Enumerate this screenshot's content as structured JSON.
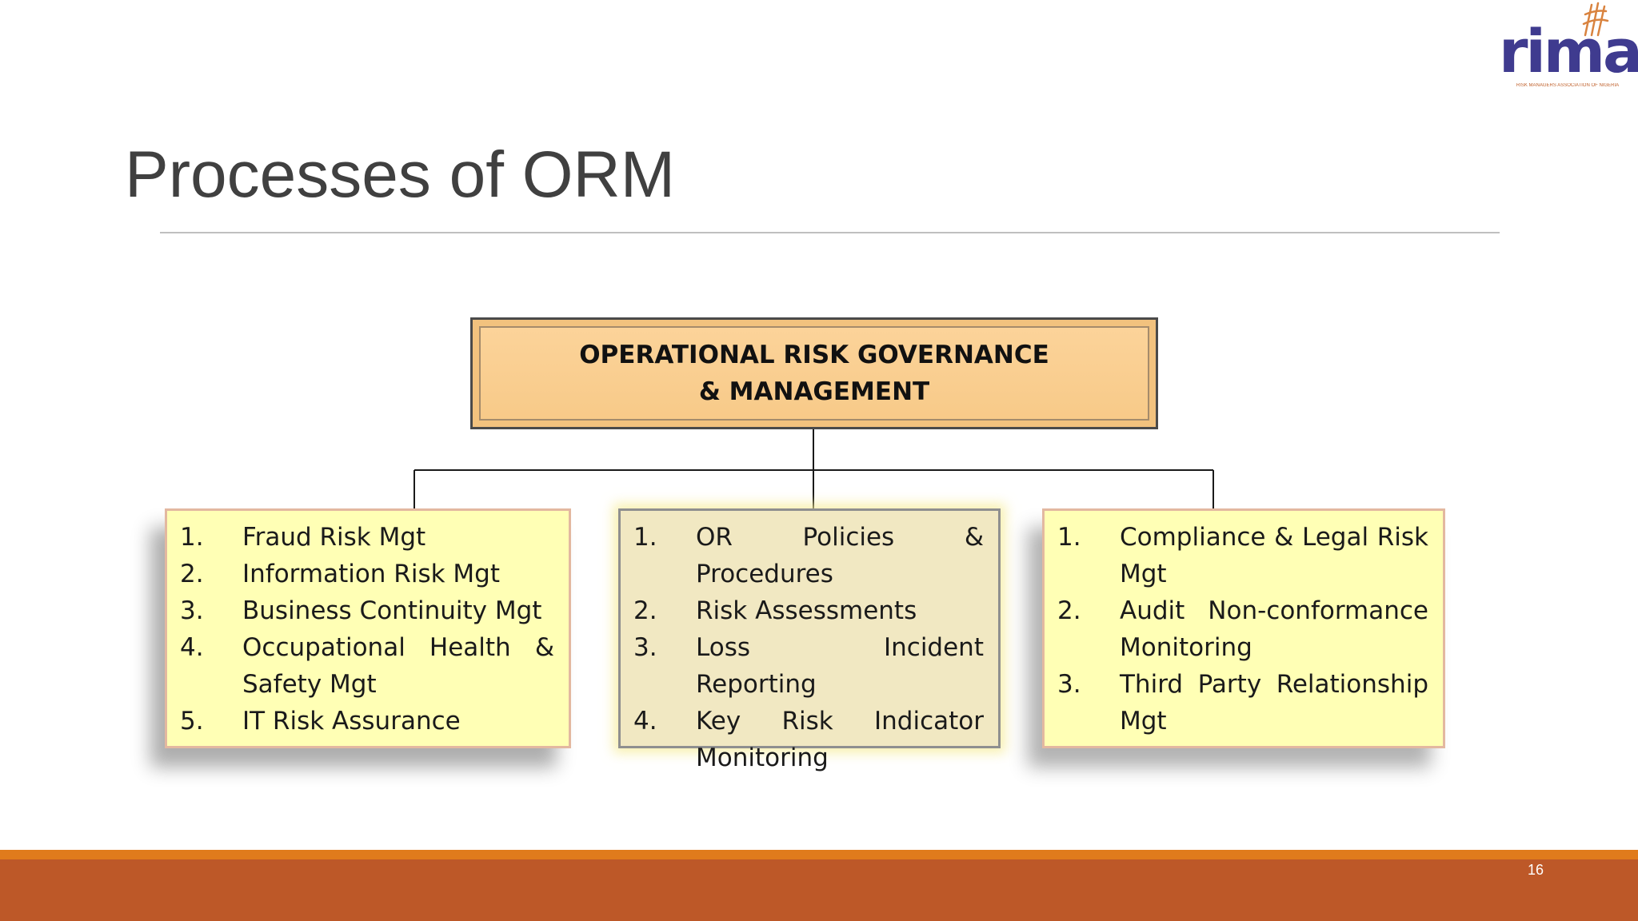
{
  "logo": {
    "text": "riman",
    "tagline": "RISK MANAGERS ASSOCIATION OF NIGERIA",
    "colors": {
      "primary": "#3f3b8f",
      "accent": "#c0612c"
    }
  },
  "title": "Processes of ORM",
  "diagram": {
    "root": "OPERATIONAL RISK GOVERNANCE & MANAGEMENT",
    "left": [
      {
        "num": "1.",
        "text": "Fraud Risk Mgt"
      },
      {
        "num": "2.",
        "text": "Information Risk Mgt"
      },
      {
        "num": "3.",
        "text": "Business Continuity Mgt"
      },
      {
        "num": "4.",
        "text": "Occupational Health & Safety Mgt"
      },
      {
        "num": "5.",
        "text": "IT Risk Assurance"
      }
    ],
    "middle": [
      {
        "num": "1.",
        "text": "OR Policies & Procedures"
      },
      {
        "num": "2.",
        "text": "Risk Assessments"
      },
      {
        "num": "3.",
        "text": "Loss Incident Reporting"
      },
      {
        "num": "4.",
        "text": "Key Risk Indicator Monitoring"
      }
    ],
    "right": [
      {
        "num": "1.",
        "text": "Compliance & Legal Risk Mgt"
      },
      {
        "num": "2.",
        "text": "Audit Non-conformance Monitoring"
      },
      {
        "num": "3.",
        "text": "Third Party Relationship Mgt"
      }
    ]
  },
  "footer": {
    "page_number": "16",
    "colors": {
      "stripe": "#e07b1c",
      "bar": "#bd5828"
    }
  }
}
